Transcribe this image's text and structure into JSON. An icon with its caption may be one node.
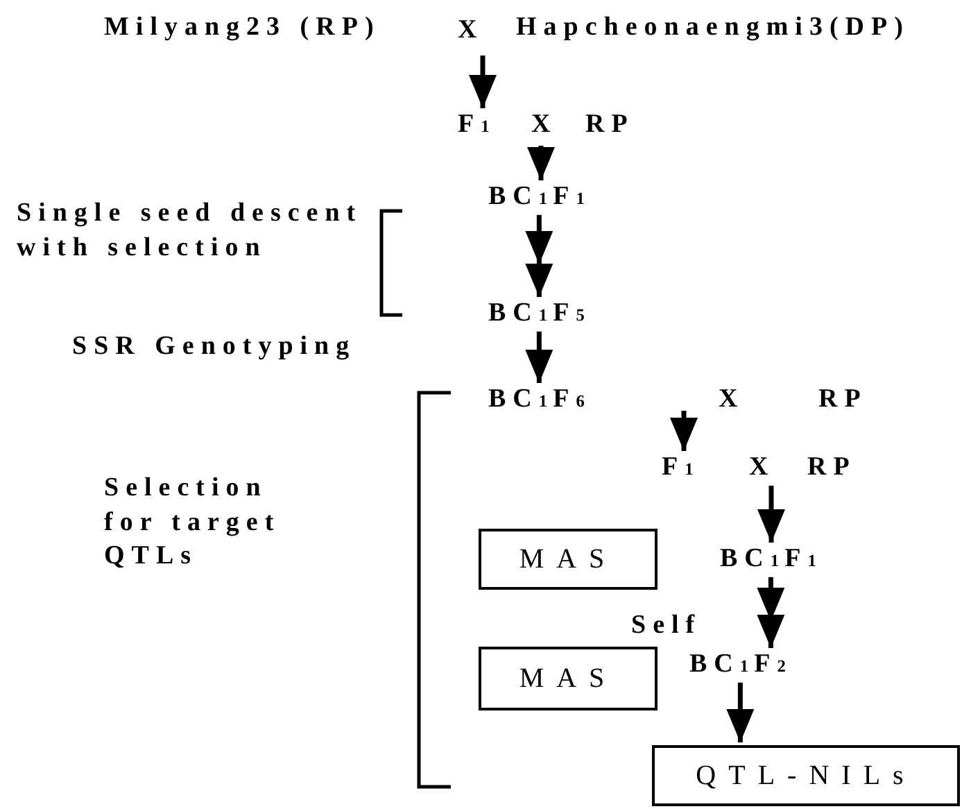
{
  "diagram": {
    "nodes": [
      {
        "text": [
          "Milyang23 (RP)"
        ]
      },
      {
        "text": [
          "Hapcheonaengmi3(DP)"
        ]
      },
      {
        "text": [
          "F$_{1}$"
        ]
      },
      {
        "text": [
          "RP"
        ]
      },
      {
        "text": [
          "BC$_{1}$F$_{1}$"
        ]
      },
      {
        "text": [
          "BC$_{1}$F$_{5}$"
        ]
      },
      {
        "text": [
          "BC$_{1}$F$_{6}$"
        ]
      },
      {
        "text": [
          "RP"
        ]
      },
      {
        "text": [
          "F$_{1}$"
        ]
      },
      {
        "text": [
          "RP"
        ]
      },
      {
        "text": [
          "MAS"
        ]
      },
      {
        "text": [
          "BC$_{1}$F$_{1}$"
        ]
      },
      {
        "text": [
          "MAS"
        ]
      },
      {
        "text": [
          "BC$_{1}$F$_{2}$"
        ]
      },
      {
        "text": [
          "QTL-NILs"
        ]
      }
    ],
    "edges": [
      {
        "from": null,
        "to": 2,
        "arrow": "to"
      },
      {
        "from": null,
        "to": 4,
        "arrow": "to"
      },
      {
        "from": 4,
        "to": 5,
        "arrow": "to"
      },
      {
        "from": 5,
        "to": 6,
        "arrow": "to"
      },
      {
        "from": null,
        "to": 8,
        "arrow": "to"
      },
      {
        "from": null,
        "to": 11,
        "arrow": "to"
      },
      {
        "from": 11,
        "to": 13,
        "arrow": "to"
      },
      {
        "from": 13,
        "to": 14,
        "arrow": "to"
      }
    ],
    "labels": [
      "X",
      "X",
      "Single seed descent with selection",
      "SSR Genotyping",
      "X",
      "X",
      "Selection for target QTLs",
      "Self"
    ]
  }
}
